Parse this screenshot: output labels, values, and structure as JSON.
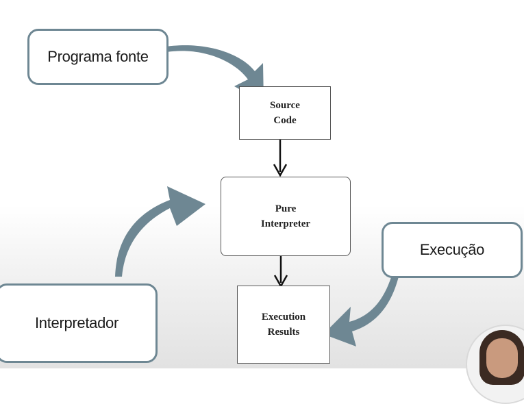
{
  "callouts": {
    "source_program": "Programa fonte",
    "interpreter": "Interpretador",
    "execution": "Execução"
  },
  "flow": {
    "source_code": "Source\nCode",
    "pure_interpreter": "Pure\nInterpreter",
    "execution_results": "Execution\nResults"
  },
  "colors": {
    "callout_border": "#6e8793",
    "curved_arrow": "#6e8793",
    "flow_arrow": "#111111"
  }
}
